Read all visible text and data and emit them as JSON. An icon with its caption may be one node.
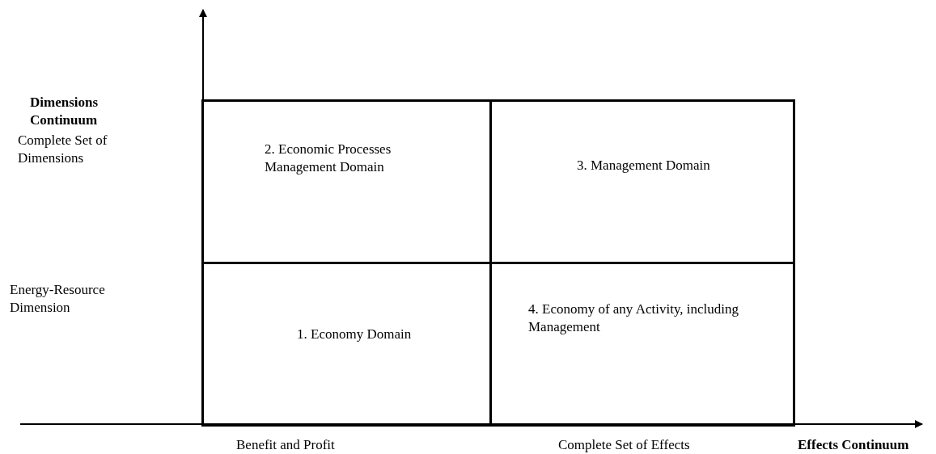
{
  "diagram": {
    "nodes": [
      {
        "text": [
          "2. Economic Processes Management Domain"
        ]
      },
      {
        "text": [
          "3. Management Domain"
        ]
      },
      {
        "text": [
          "1. Economy Domain"
        ]
      },
      {
        "text": [
          "4. Economy of any Activity, including Management"
        ]
      }
    ],
    "edges": [],
    "labels": [
      "Dimensions Continuum",
      "Complete Set of Dimensions",
      "Energy-Resource Dimension",
      "Benefit and Profit",
      "Complete Set of Effects",
      "Effects Continuum"
    ]
  }
}
